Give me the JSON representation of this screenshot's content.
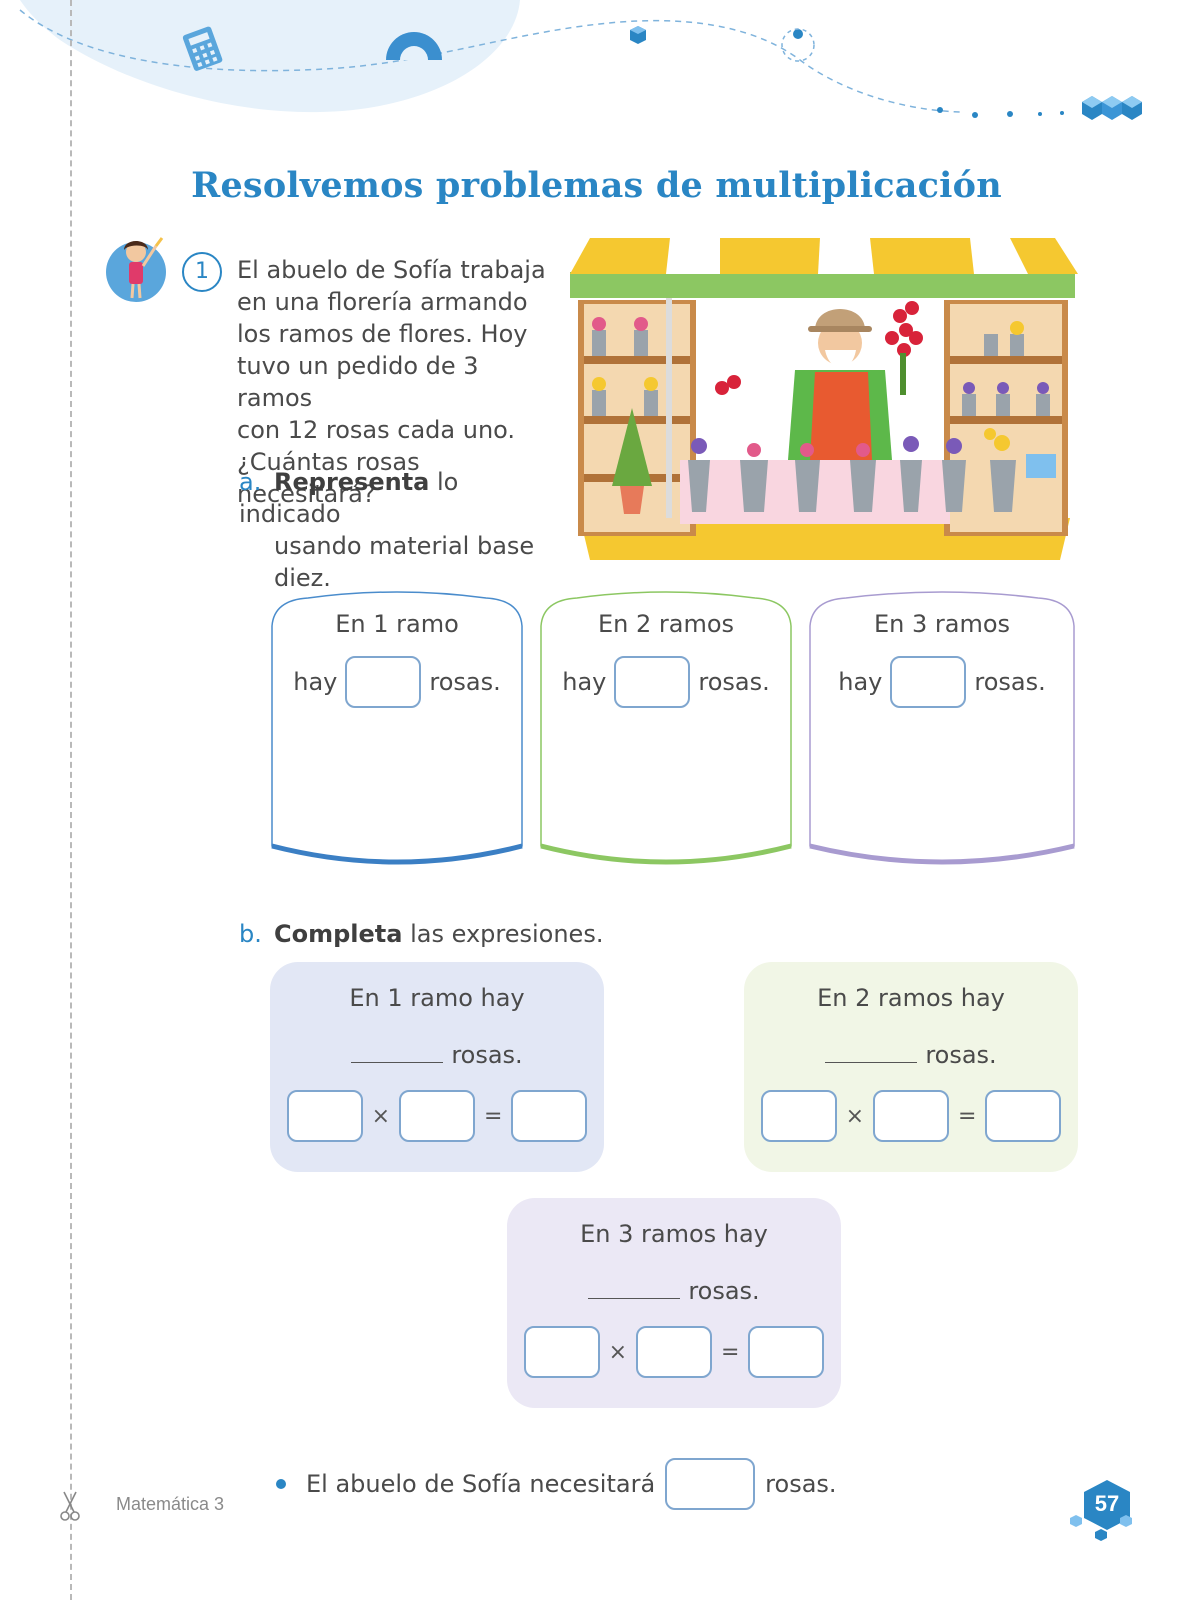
{
  "title": "Resolvemos problemas de multiplicación",
  "problem": {
    "number": "1",
    "lines": [
      "El abuelo de Sofía trabaja",
      "en una florería armando",
      "los ramos de flores. Hoy",
      "tuvo un pedido de 3 ramos",
      "con 12 rosas cada uno.",
      "¿Cuántas rosas necesitará?"
    ]
  },
  "part_a": {
    "letter": "a.",
    "bold": "Representa",
    "rest_line1": " lo indicado",
    "line2": "usando material base",
    "line3": "diez."
  },
  "rep_boxes": [
    {
      "title": "En 1 ramo",
      "hay": "hay",
      "rosas": "rosas."
    },
    {
      "title": "En 2 ramos",
      "hay": "hay",
      "rosas": "rosas."
    },
    {
      "title": "En 3 ramos",
      "hay": "hay",
      "rosas": "rosas."
    }
  ],
  "part_b": {
    "letter": "b.",
    "bold": "Completa",
    "rest": " las expresiones."
  },
  "cards": [
    {
      "title": "En 1 ramo hay",
      "rosas": "rosas.",
      "times": "×",
      "equals": "="
    },
    {
      "title": "En 2 ramos hay",
      "rosas": "rosas.",
      "times": "×",
      "equals": "="
    },
    {
      "title": "En 3 ramos hay",
      "rosas": "rosas.",
      "times": "×",
      "equals": "="
    }
  ],
  "final": {
    "before": "El abuelo de Sofía necesitará",
    "after": "rosas."
  },
  "footer": {
    "book": "Matemática 3",
    "page": "57"
  },
  "colors": {
    "accent_blue": "#2a86c4",
    "green": "#8cc762",
    "purple": "#a89bd0",
    "card_blue": "#e2e7f5",
    "card_green": "#f1f6e6",
    "card_purple": "#ebe8f5"
  },
  "icons": [
    "calculator-icon",
    "protractor-icon",
    "cube-icon",
    "scissors-icon",
    "girl-avatar",
    "flower-shop-illustration"
  ]
}
